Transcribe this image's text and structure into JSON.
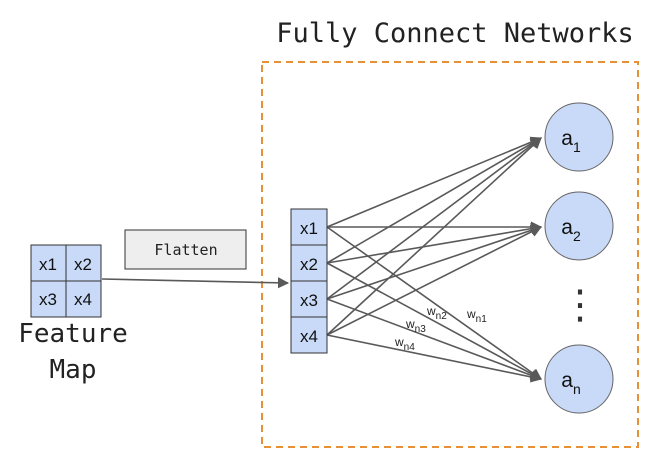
{
  "title": "Fully Connect Networks",
  "feature_map": {
    "cells": [
      "x1",
      "x2",
      "x3",
      "x4"
    ],
    "label_line1": "Feature",
    "label_line2": "Map"
  },
  "flatten_label": "Flatten",
  "vector": [
    "x1",
    "x2",
    "x3",
    "x4"
  ],
  "outputs": [
    {
      "base": "a",
      "sub": "1"
    },
    {
      "base": "a",
      "sub": "2"
    },
    {
      "base": "a",
      "sub": "n"
    }
  ],
  "ellipsis": "⋮",
  "weights": [
    {
      "base": "w",
      "sub": "n1"
    },
    {
      "base": "w",
      "sub": "n2"
    },
    {
      "base": "w",
      "sub": "n3"
    },
    {
      "base": "w",
      "sub": "n4"
    }
  ],
  "colors": {
    "cell_fill": "#c9daf8",
    "node_fill": "#c9daf8",
    "frame_dash": "#e69138",
    "arrow": "#595959",
    "flatten_fill": "#eeeeee"
  }
}
